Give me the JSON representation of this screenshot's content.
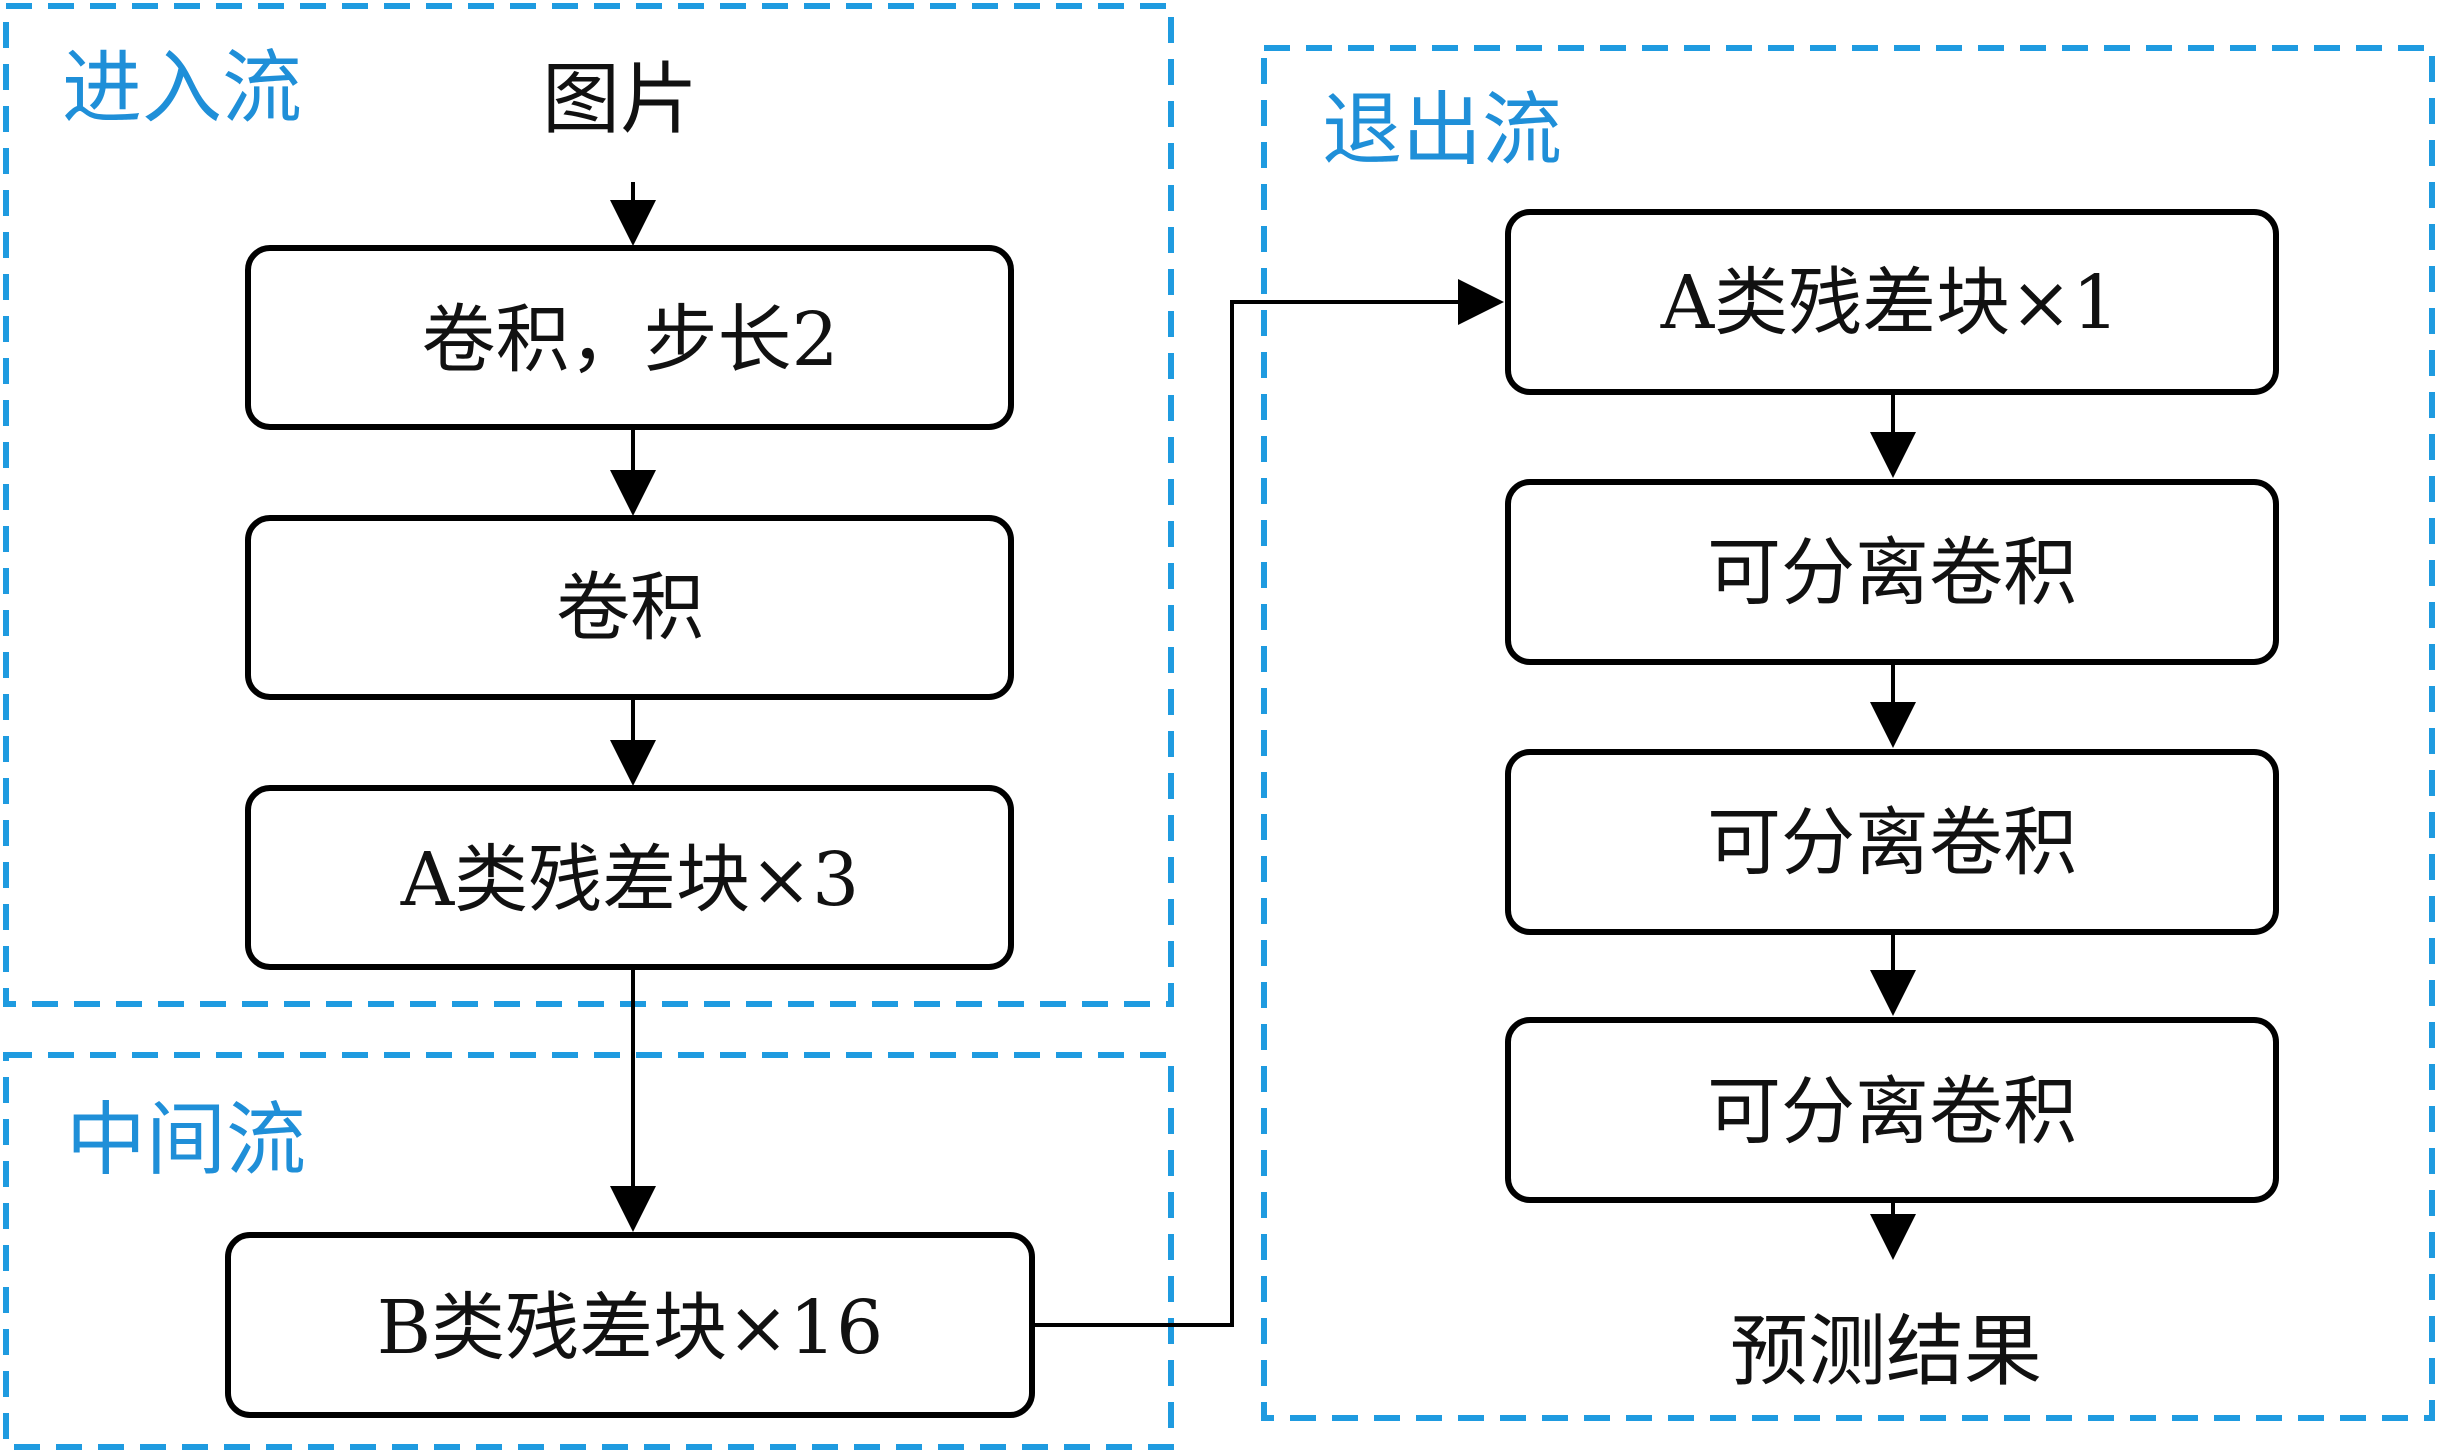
{
  "colors": {
    "region_border": "#1f9be0",
    "region_label": "#1f8fd8",
    "edge": "#000000"
  },
  "regions": {
    "entry": {
      "label": "进入流"
    },
    "middle": {
      "label": "中间流"
    },
    "exit": {
      "label": "退出流"
    }
  },
  "input_label": "图片",
  "output_label": "预测结果",
  "nodes": {
    "entry_conv_stride": "卷积，步长2",
    "entry_conv": "卷积",
    "entry_a_blocks": "A类残差块×3",
    "middle_b_blocks": "B类残差块×16",
    "exit_a_block": "A类残差块×1",
    "exit_sep_conv_1": "可分离卷积",
    "exit_sep_conv_2": "可分离卷积",
    "exit_sep_conv_3": "可分离卷积"
  }
}
